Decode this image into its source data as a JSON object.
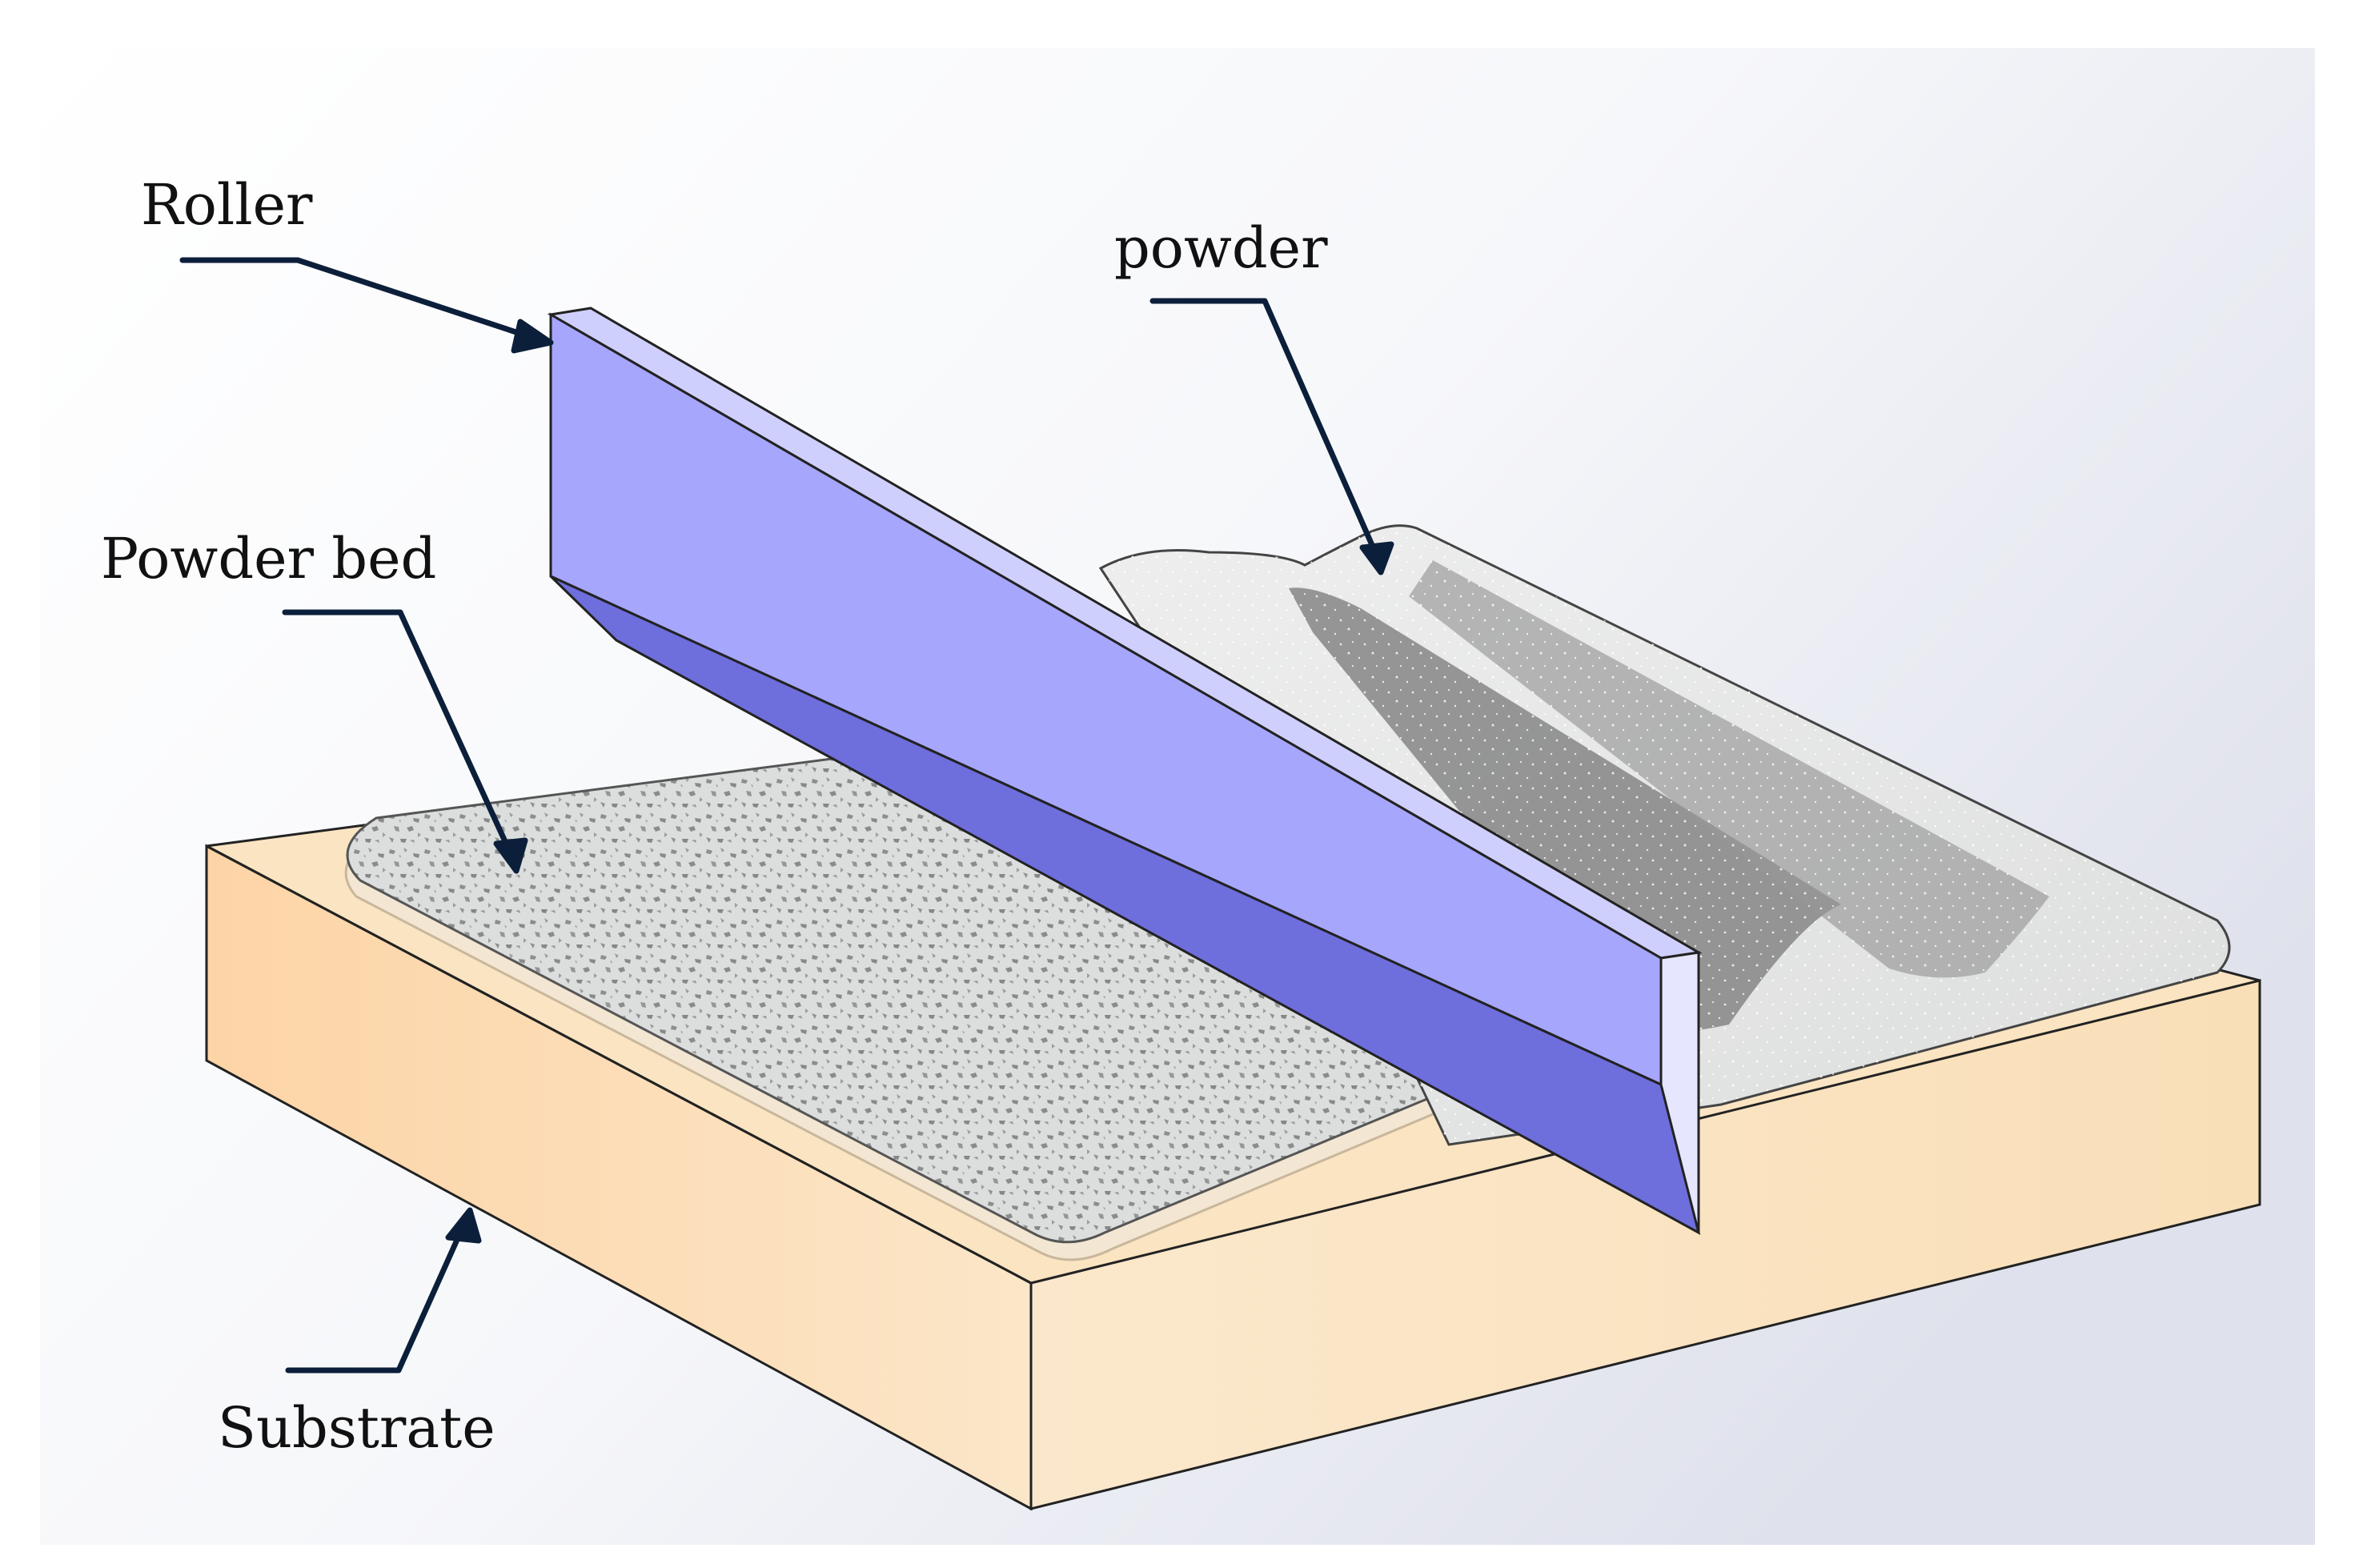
{
  "labels": {
    "roller": "Roller",
    "powder": "powder",
    "powder_bed": "Powder bed",
    "substrate": "Substrate"
  },
  "colors": {
    "roller_face": "#a6a6fc",
    "roller_top": "#cfcffd",
    "roller_bevel": "#6e6edc",
    "substrate_top": "#fae4c2",
    "substrate_front": "#fcd9ad",
    "substrate_right": "#fae4c2",
    "powder_bed": "#d8dad9",
    "powder_pile": "#e9ebea",
    "powder_groove": "#8d8d8d",
    "leader_line": "#0c1f3a"
  }
}
